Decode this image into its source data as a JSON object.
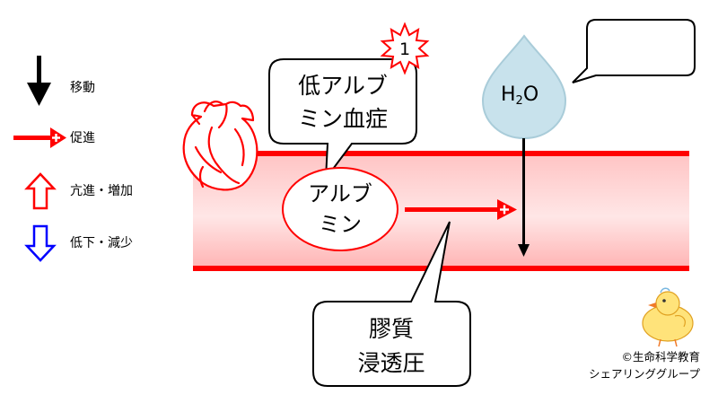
{
  "legend": {
    "items": [
      {
        "icon": "black-down-arrow-icon",
        "label": "移動"
      },
      {
        "icon": "red-plus-arrow-icon",
        "label": "促進"
      },
      {
        "icon": "red-up-outline-arrow-icon",
        "label": "亢進・増加"
      },
      {
        "icon": "blue-down-outline-arrow-icon",
        "label": "低下・減少"
      }
    ]
  },
  "callouts": {
    "hypoalbuminemia": {
      "lines": [
        "低アルブ",
        "ミン血症"
      ],
      "badge": "1"
    },
    "albumin": {
      "lines": [
        "アルブ",
        "ミン"
      ]
    },
    "oncotic_pressure": {
      "lines": [
        "膠質",
        "浸透圧"
      ]
    },
    "water": {
      "label": "H",
      "subscript": "2",
      "suffix": "O"
    },
    "empty_bubble": {
      "text": ""
    }
  },
  "credit": {
    "lines": [
      "©生命科学教育",
      "シェアリンググループ"
    ]
  },
  "colors": {
    "red": "#ff0000",
    "vessel_fill_top": "#ffc8c8",
    "vessel_fill_mid": "#ffe3e3",
    "drop_fill": "#c5e1eb",
    "drop_stroke": "#a9ccd9",
    "blue": "#0000ff"
  }
}
